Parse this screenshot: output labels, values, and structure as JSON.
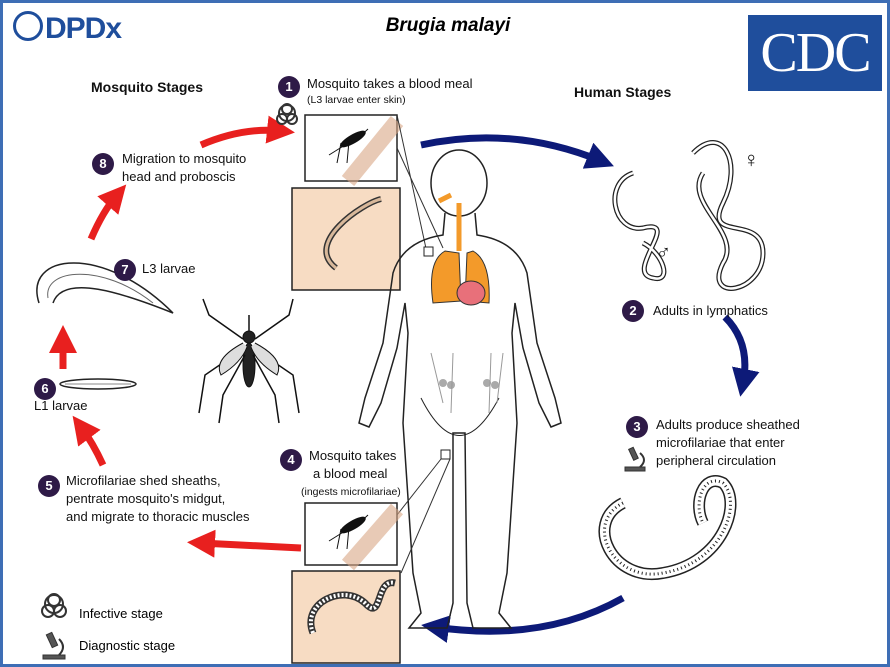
{
  "title": "Brugia malayi",
  "logos": {
    "dpdx": "DPDx",
    "cdc": "CDC"
  },
  "headers": {
    "mosquito": "Mosquito Stages",
    "human": "Human Stages"
  },
  "steps": [
    {
      "n": "1",
      "text": "Mosquito takes a blood meal",
      "sub": "(L3 larvae enter skin)"
    },
    {
      "n": "2",
      "text": "Adults in lymphatics"
    },
    {
      "n": "3",
      "line1": "Adults produce sheathed",
      "line2": "microfilariae that enter",
      "line3": "peripheral circulation"
    },
    {
      "n": "4",
      "line1": "Mosquito takes",
      "line2": "a blood meal",
      "sub": "(ingests microfilariae)"
    },
    {
      "n": "5",
      "line1": "Microfilariae shed sheaths,",
      "line2": "pentrate mosquito's midgut,",
      "line3": "and migrate to thoracic muscles"
    },
    {
      "n": "6",
      "text": "L1 larvae"
    },
    {
      "n": "7",
      "text": "L3 larvae"
    },
    {
      "n": "8",
      "line1": "Migration to mosquito",
      "line2": "head and proboscis"
    }
  ],
  "legend": {
    "infective": "Infective stage",
    "diagnostic": "Diagnostic stage"
  },
  "symbols": {
    "female": "♀",
    "male": "♂"
  },
  "icons": [
    "biohazard-icon",
    "microscope-icon"
  ],
  "colors": {
    "blue_arrow": "#0d1a78",
    "red_arrow": "#e8201f",
    "number_badge": "#2e1a47",
    "border": "#3e6eb5",
    "skin_panel": "#f7dcc3",
    "lungs": "#f39a2a"
  }
}
